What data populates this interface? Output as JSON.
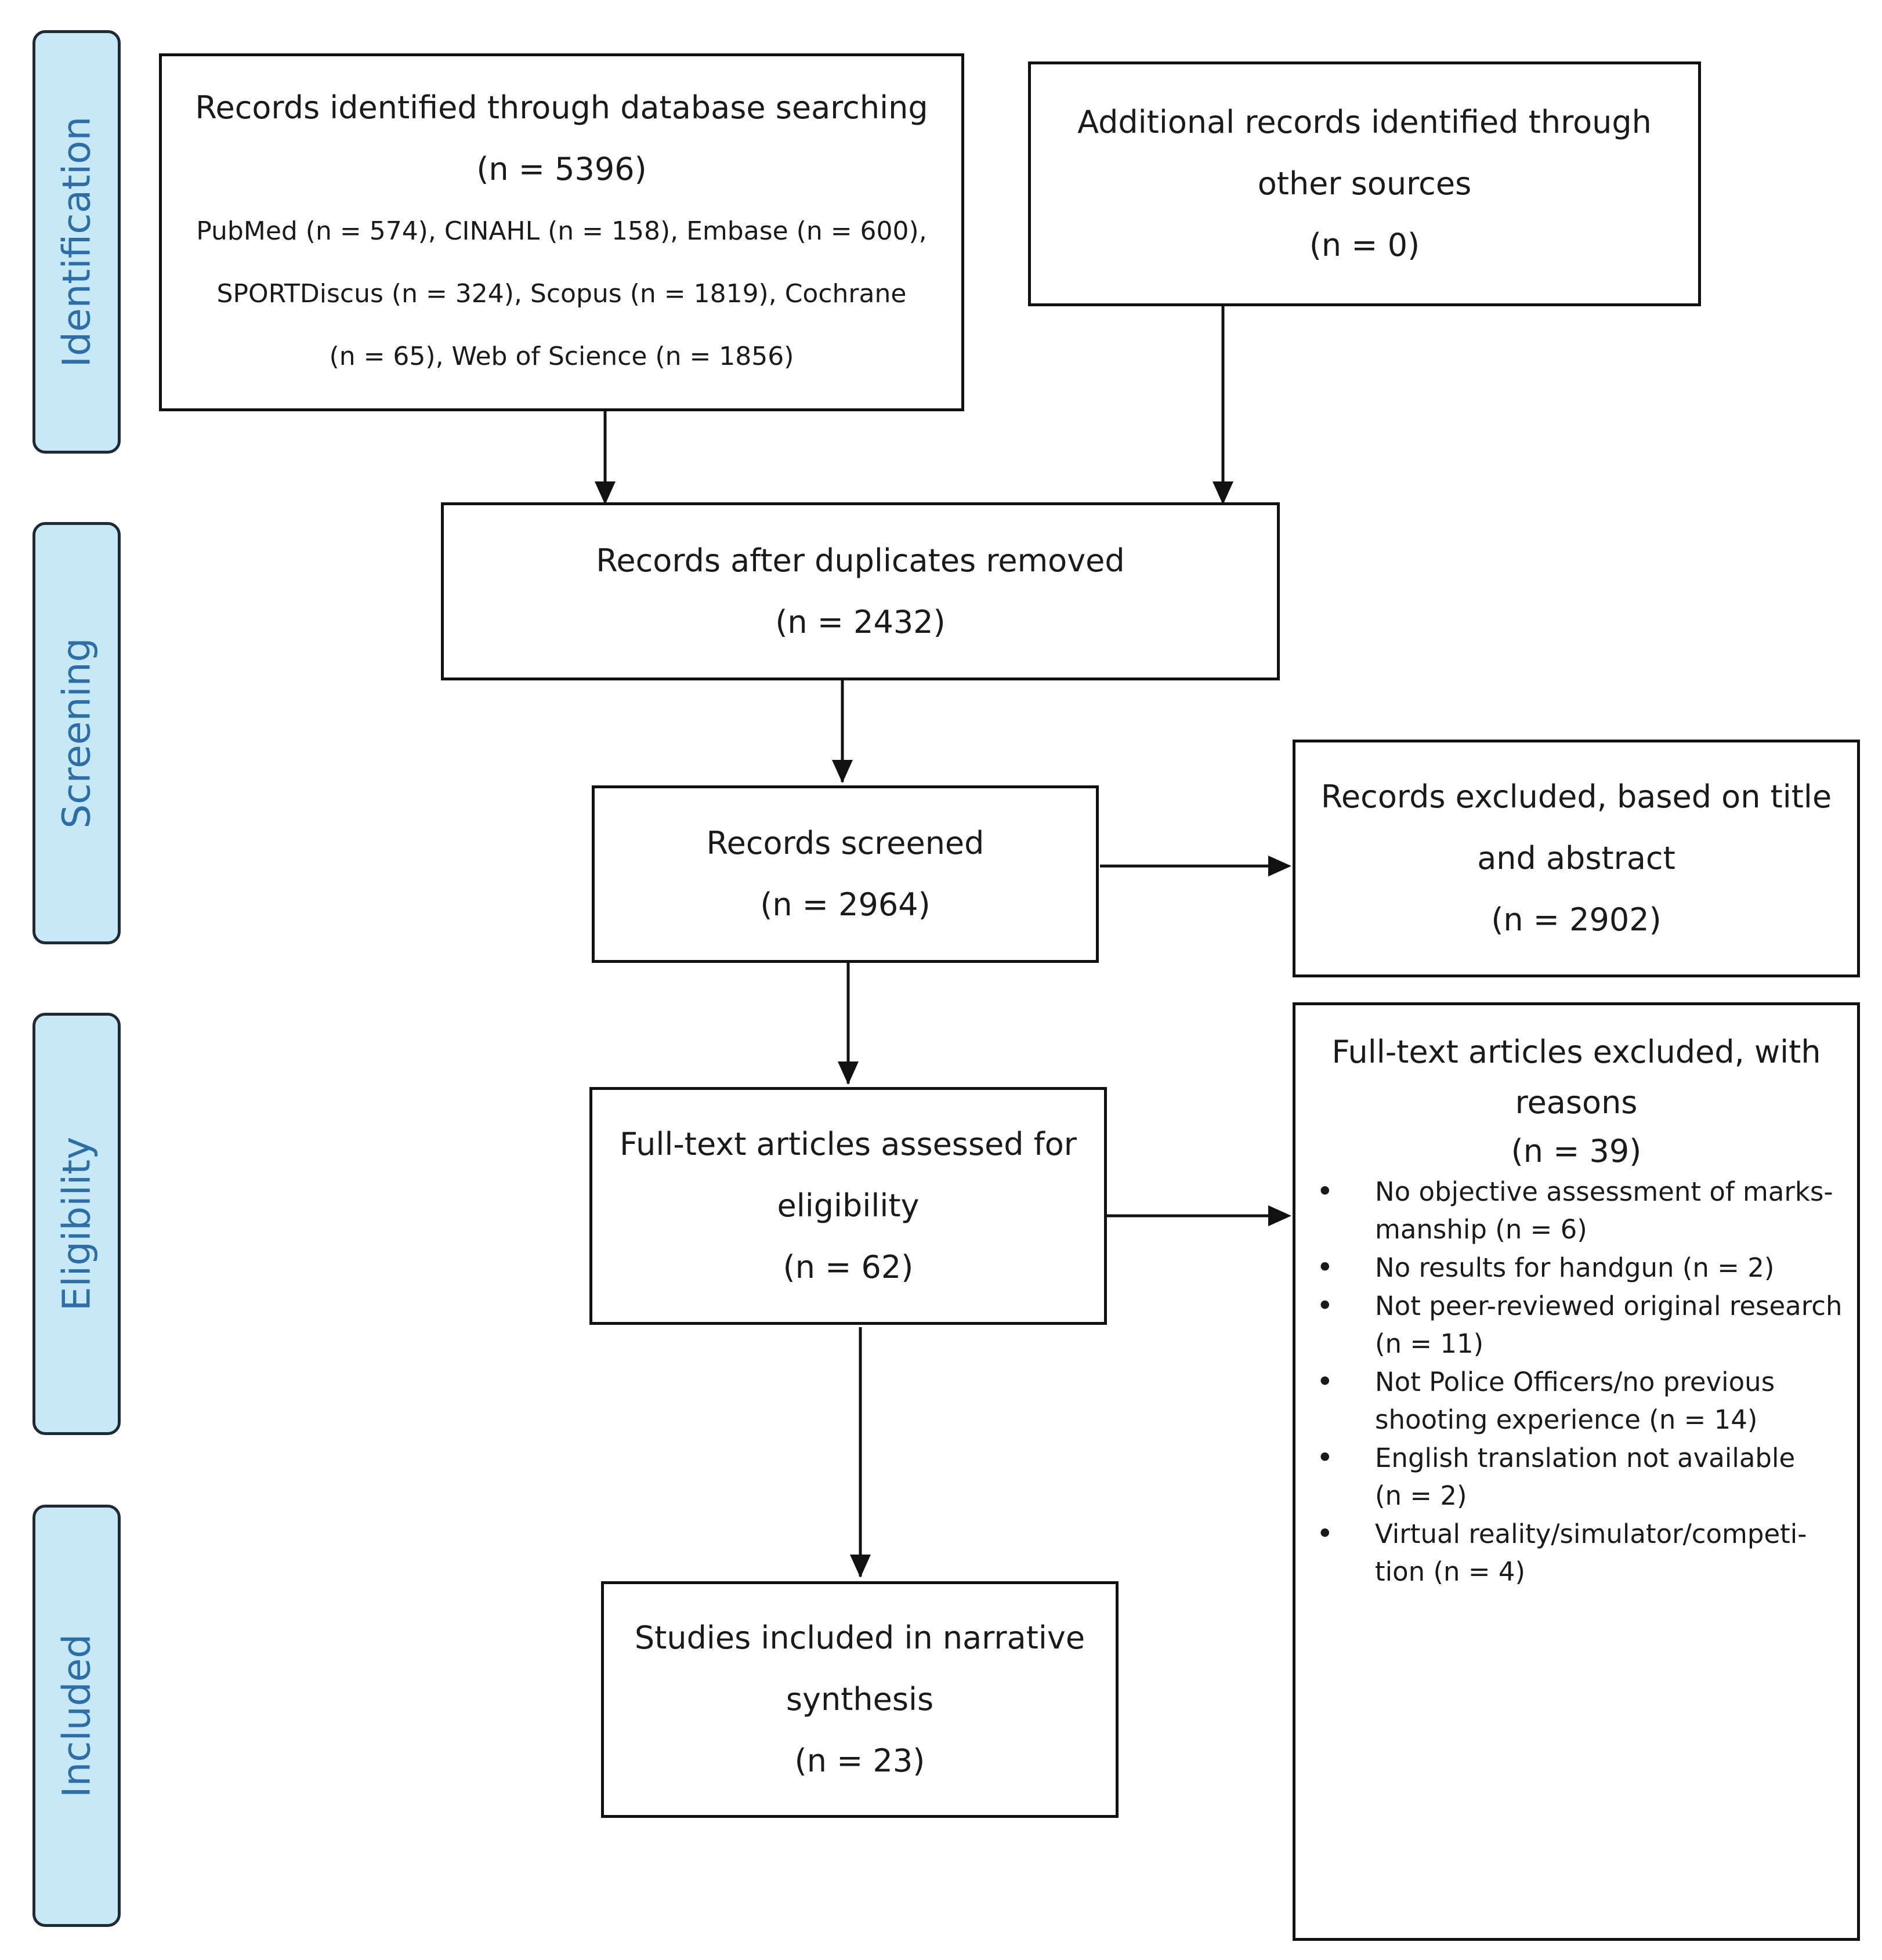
{
  "phases": {
    "identification": "Identification",
    "screening": "Screening",
    "eligibility": "Eligibility",
    "included": "Included"
  },
  "boxes": {
    "database_search": {
      "title": "Records identified through database searching",
      "count": "(n = 5396)",
      "sources_line1": "PubMed (n = 574), CINAHL (n = 158), Embase (n = 600),",
      "sources_line2": "SPORTDiscus (n = 324), Scopus (n = 1819), Cochrane",
      "sources_line3": "(n = 65), Web of Science (n = 1856)"
    },
    "other_sources": {
      "line1": "Additional records identified through",
      "line2": "other sources",
      "count": "(n = 0)"
    },
    "duplicates_removed": {
      "title": "Records after duplicates removed",
      "count": "(n = 2432)"
    },
    "screened": {
      "title": "Records screened",
      "count": "(n = 2964)"
    },
    "excluded_title_abstract": {
      "line1": "Records excluded, based on title",
      "line2": "and abstract",
      "count": "(n = 2902)"
    },
    "full_text_assessed": {
      "line1": "Full-text articles assessed for",
      "line2": "eligibility",
      "count": "(n = 62)"
    },
    "full_text_excluded": {
      "line1": "Full-text articles excluded, with",
      "line2": "reasons",
      "count": "(n = 39)",
      "reasons": [
        {
          "line1": "No objective assessment of marks-",
          "line2": "manship (n = 6)"
        },
        {
          "line1": "No results for handgun (n = 2)",
          "line2": ""
        },
        {
          "line1": "Not peer-reviewed original research",
          "line2": "(n = 11)"
        },
        {
          "line1": "Not Police Officers/no previous",
          "line2": "shooting experience (n = 14)"
        },
        {
          "line1": "English translation not available",
          "line2": "(n = 2)"
        },
        {
          "line1": "Virtual reality/simulator/competi-",
          "line2": "tion (n = 4)"
        }
      ]
    },
    "included": {
      "line1": "Studies included in narrative",
      "line2": "synthesis",
      "count": "(n = 23)"
    }
  }
}
